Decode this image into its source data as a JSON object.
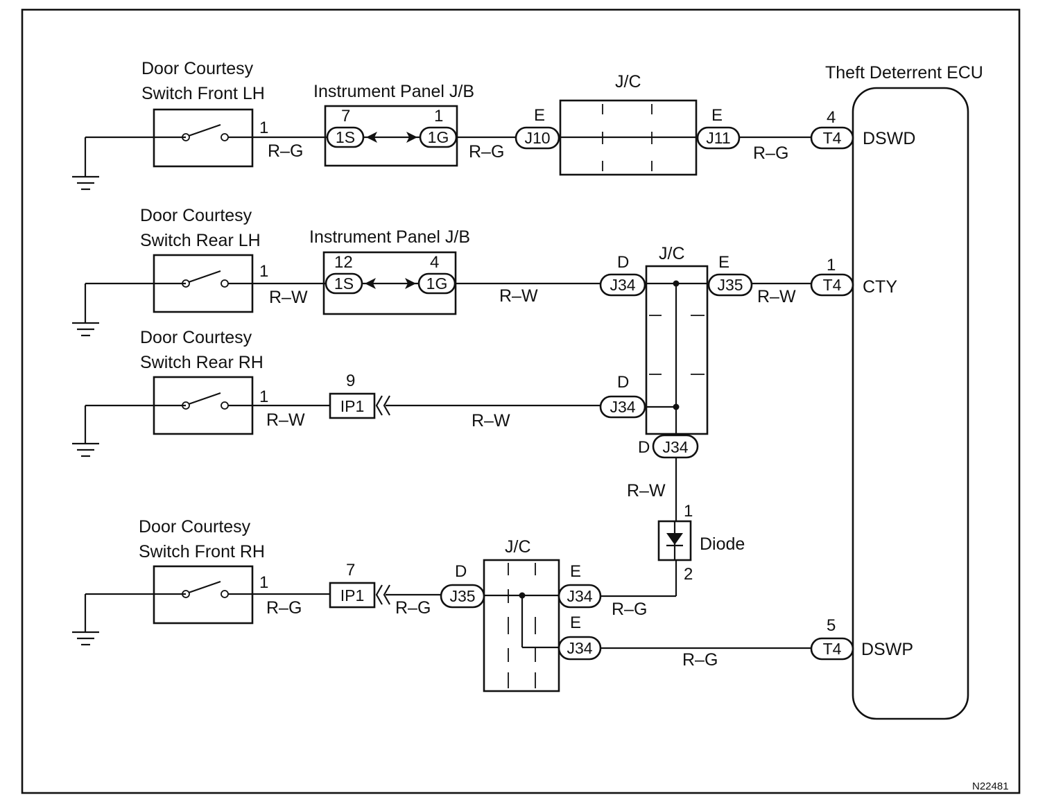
{
  "ecu": {
    "label": "Theft Deterrent ECU"
  },
  "drawing_code": "N22481",
  "switches": {
    "front_lh": {
      "line1": "Door Courtesy",
      "line2": "Switch Front LH",
      "pin": "1",
      "wire": "R–G"
    },
    "rear_lh": {
      "line1": "Door Courtesy",
      "line2": "Switch Rear LH",
      "pin": "1",
      "wire": "R–W"
    },
    "rear_rh": {
      "line1": "Door Courtesy",
      "line2": "Switch Rear RH",
      "pin": "1",
      "wire": "R–W"
    },
    "front_rh": {
      "line1": "Door Courtesy",
      "line2": "Switch Front RH",
      "pin": "1",
      "wire": "R–G"
    }
  },
  "jb1": {
    "label": "Instrument Panel J/B",
    "pin_left": "7",
    "conn_left": "1S",
    "pin_right": "1",
    "conn_right": "1G",
    "wire_out": "R–G"
  },
  "jb2": {
    "label": "Instrument Panel J/B",
    "pin_left": "12",
    "conn_left": "1S",
    "pin_right": "4",
    "conn_right": "1G",
    "wire_out": "R–W"
  },
  "jc1": {
    "label": "J/C",
    "left_letter": "E",
    "left_conn": "J10",
    "right_letter": "E",
    "right_conn": "J11",
    "wire_out": "R–G"
  },
  "jc2": {
    "label": "J/C",
    "in_top_letter": "D",
    "in_top_conn": "J34",
    "out_letter": "E",
    "out_conn": "J35",
    "wire_out": "R–W",
    "in_mid_letter": "D",
    "in_mid_conn": "J34",
    "bottom_letter": "D",
    "bottom_conn": "J34",
    "wire_down": "R–W"
  },
  "ip1_rear": {
    "pin": "9",
    "conn": "IP1",
    "wire_out": "R–W"
  },
  "ip1_front": {
    "pin": "7",
    "conn": "IP1",
    "wire_out": "R–G"
  },
  "diode": {
    "label": "Diode",
    "pin_top": "1",
    "pin_bottom": "2"
  },
  "jc3": {
    "label": "J/C",
    "in_letter": "D",
    "in_conn": "J35",
    "out_top_letter": "E",
    "out_top_conn": "J34",
    "wire_top": "R–G",
    "out_bot_letter": "E",
    "out_bot_conn": "J34",
    "wire_bot": "R–G"
  },
  "ecu_terminals": {
    "dswd": {
      "pin": "4",
      "conn": "T4",
      "name": "DSWD"
    },
    "cty": {
      "pin": "1",
      "conn": "T4",
      "name": "CTY"
    },
    "dswp": {
      "pin": "5",
      "conn": "T4",
      "name": "DSWP"
    }
  }
}
